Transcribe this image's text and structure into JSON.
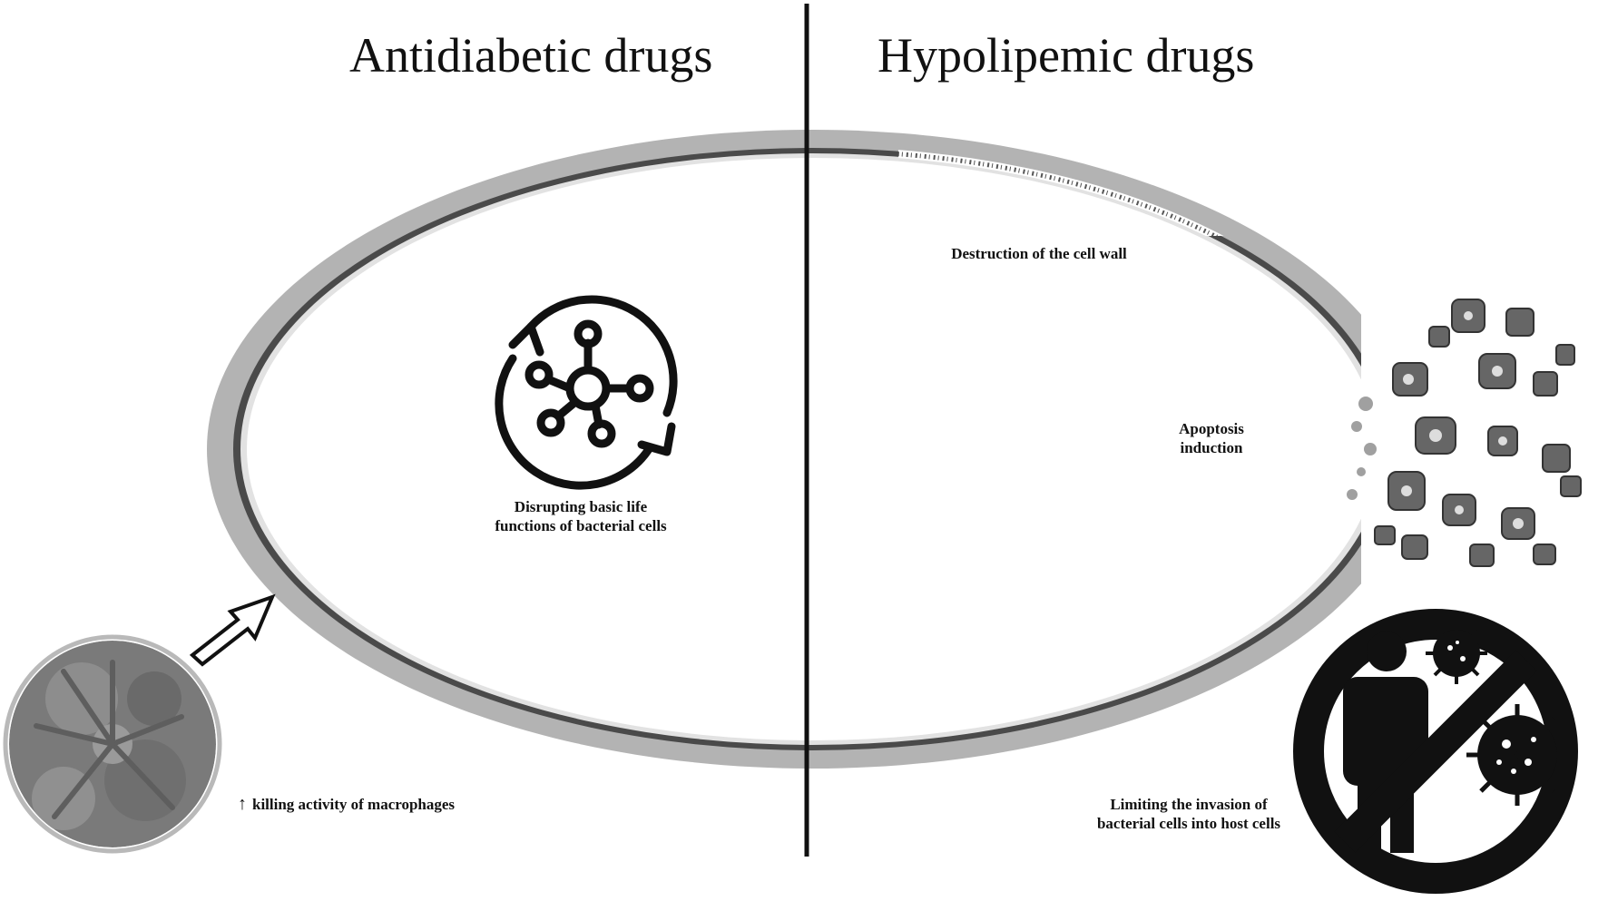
{
  "panels": {
    "left_title": "Antidiabetic drugs",
    "right_title": "Hypolipemic drugs"
  },
  "labels": {
    "disrupting_line1": "Disrupting basic life",
    "disrupting_line2": "functions of bacterial cells",
    "cell_wall": "Destruction of the cell wall",
    "apoptosis_line1": "Apoptosis",
    "apoptosis_line2": "induction",
    "invasion_line1": "Limiting the invasion of",
    "invasion_line2": "bacterial cells into host cells",
    "macrophage_arrow": "↑",
    "macrophage_text": "killing activity of macrophages"
  },
  "icons": [
    "metabolism-cycle-icon",
    "macrophage-cell-icon",
    "outline-arrow-icon",
    "cell-fragments-icon",
    "no-invasion-icon",
    "person-icon",
    "virus-icon"
  ],
  "colors": {
    "outer_membrane": "#b3b3b3",
    "inner_membrane": "#4a4a4a",
    "divider": "#111111",
    "macrophage": "#7a7a7a"
  }
}
